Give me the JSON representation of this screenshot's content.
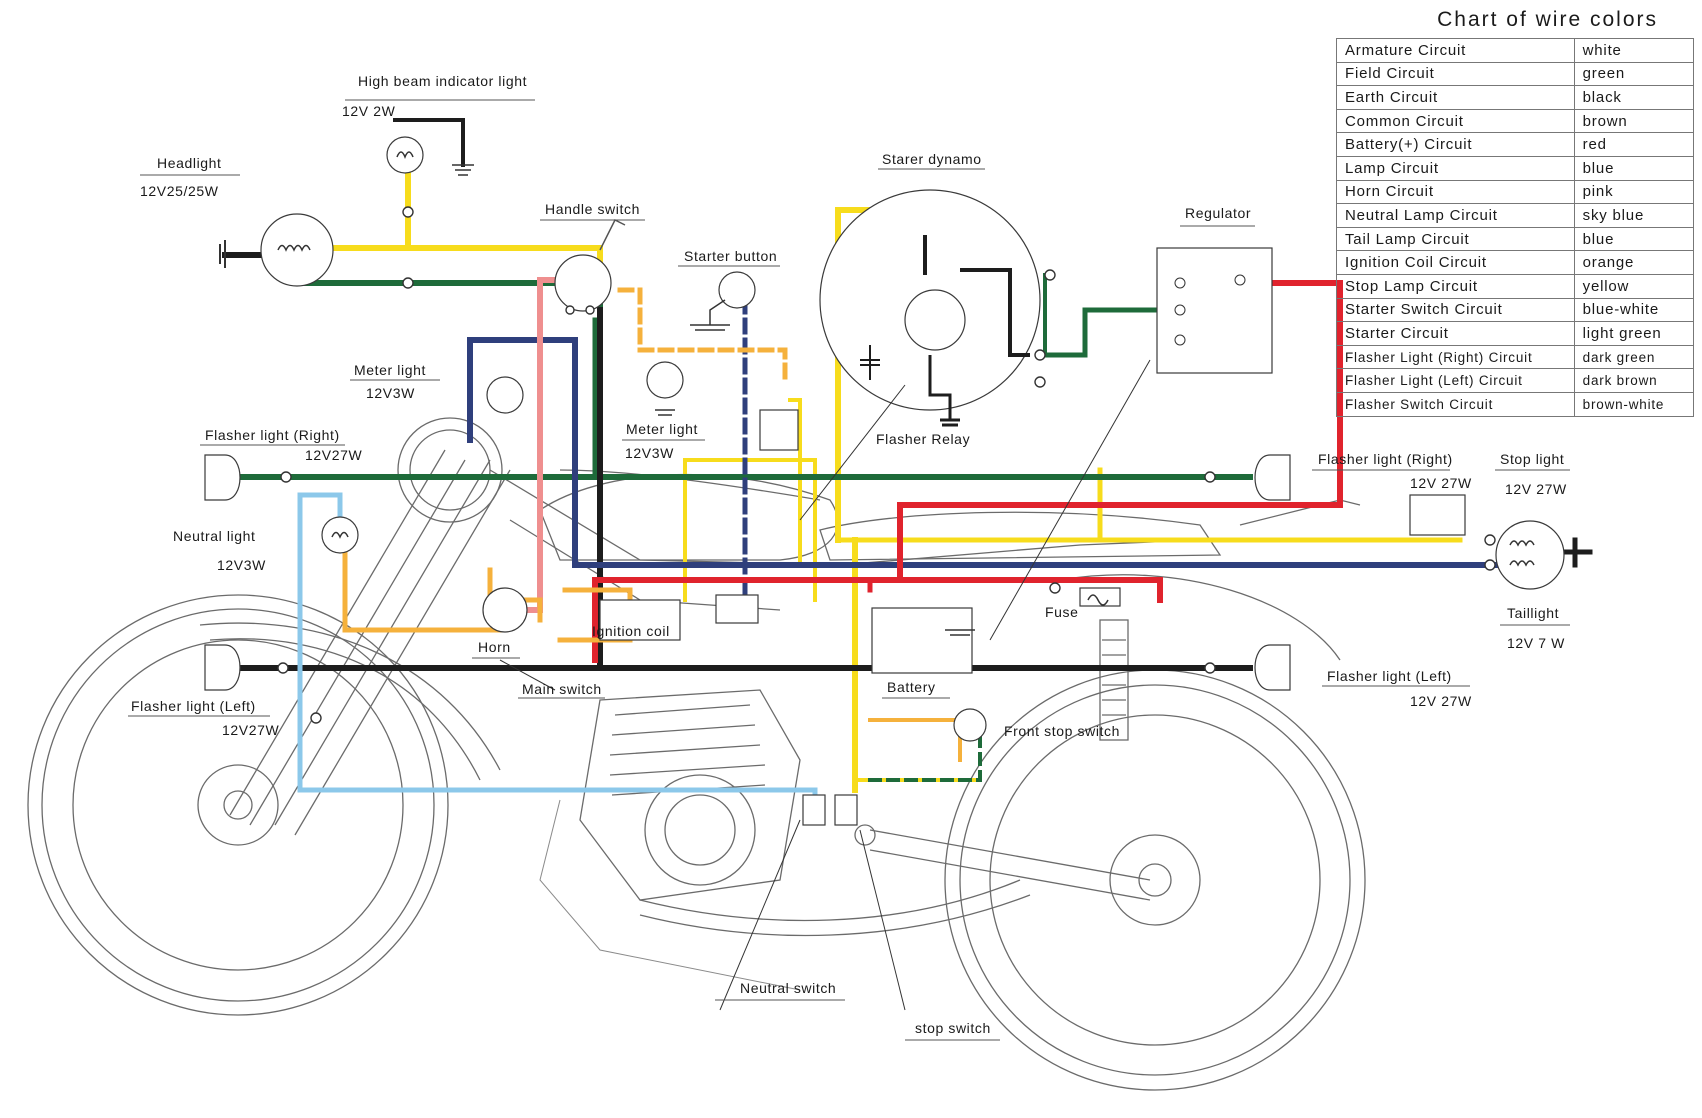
{
  "chart": {
    "title": "Chart of wire colors",
    "rows": [
      {
        "circuit": "Armature Circuit",
        "color": "white"
      },
      {
        "circuit": "Field Circuit",
        "color": "green"
      },
      {
        "circuit": "Earth Circuit",
        "color": "black"
      },
      {
        "circuit": "Common Circuit",
        "color": "brown"
      },
      {
        "circuit": "Battery(+) Circuit",
        "color": "red"
      },
      {
        "circuit": "Lamp Circuit",
        "color": "blue"
      },
      {
        "circuit": "Horn Circuit",
        "color": "pink"
      },
      {
        "circuit": "Neutral Lamp Circuit",
        "color": "sky blue"
      },
      {
        "circuit": "Tail Lamp Circuit",
        "color": "blue"
      },
      {
        "circuit": "Ignition Coil Circuit",
        "color": "orange"
      },
      {
        "circuit": "Stop Lamp Circuit",
        "color": "yellow"
      },
      {
        "circuit": "Starter Switch Circuit",
        "color": "blue-white"
      },
      {
        "circuit": "Starter Circuit",
        "color": "light green"
      },
      {
        "circuit": "Flasher Light (Right) Circuit",
        "color": "dark green"
      },
      {
        "circuit": "Flasher Light (Left) Circuit",
        "color": "dark brown"
      },
      {
        "circuit": "Flasher Switch Circuit",
        "color": "brown-white"
      }
    ]
  },
  "labels": {
    "high_beam": "High beam indicator light",
    "high_beam_rating": "12V 2W",
    "headlight": "Headlight",
    "headlight_rating": "12V25/25W",
    "handle_switch": "Handle switch",
    "starter_button": "Starter button",
    "starter_dynamo": "Starer dynamo",
    "regulator": "Regulator",
    "meter_light_left": "Meter light",
    "meter_light_left_rating": "12V3W",
    "meter_light_right": "Meter light",
    "meter_light_right_rating": "12V3W",
    "flasher_relay": "Flasher Relay",
    "flasher_front_right": "Flasher light (Right)",
    "flasher_front_right_rating": "12V27W",
    "flasher_rear_right": "Flasher light (Right)",
    "flasher_rear_right_rating": "12V 27W",
    "stop_light": "Stop light",
    "stop_light_rating": "12V 27W",
    "neutral_light": "Neutral light",
    "neutral_light_rating": "12V3W",
    "ignition_coil": "Ignition coil",
    "horn": "Horn",
    "main_switch": "Main switch",
    "fuse": "Fuse",
    "battery": "Battery",
    "taillight": "Taillight",
    "taillight_rating": "12V 7 W",
    "flasher_rear_left": "Flasher light (Left)",
    "flasher_rear_left_rating": "12V 27W",
    "flasher_front_left": "Flasher light (Left)",
    "flasher_front_left_rating": "12V27W",
    "front_stop_switch": "Front stop switch",
    "neutral_switch": "Neutral switch",
    "stop_switch": "stop switch"
  },
  "wire_colors": {
    "yellow": "#f7dc1c",
    "dark_green": "#1e6b3a",
    "black": "#1d1d1d",
    "navy": "#2f3f7c",
    "red": "#e0232d",
    "pink": "#ef8f8f",
    "orange": "#f5b13c",
    "sky_blue": "#8cc8ea"
  }
}
